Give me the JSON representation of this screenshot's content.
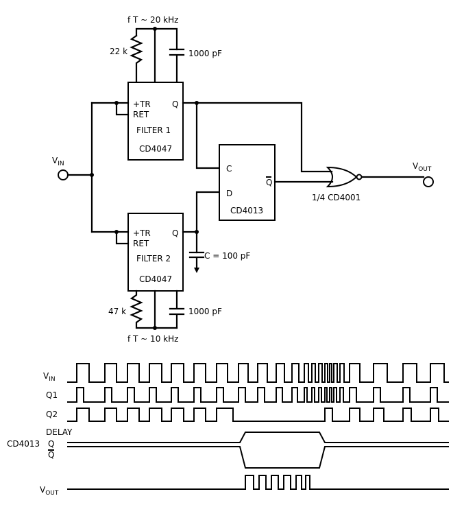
{
  "labels": {
    "ft1": "f T ~ 20 kHz",
    "ft2": "f T ~ 10 kHz",
    "r1": "22 k",
    "r2": "47 k",
    "c1": "1000 pF",
    "c2": "1000 pF",
    "c_q": "C = 100 pF",
    "vin": "V",
    "vin_sub": "IN",
    "vout": "V",
    "vout_sub": "OUT",
    "nor": "1/4 CD4001"
  },
  "filter1": {
    "tr": "+TR",
    "ret": "RET",
    "name": "FILTER 1",
    "chip": "CD4047",
    "q": "Q"
  },
  "filter2": {
    "tr": "+TR",
    "ret": "RET",
    "name": "FILTER 2",
    "chip": "CD4047",
    "q": "Q"
  },
  "flipflop": {
    "c": "C",
    "d": "D",
    "qbar": "Q",
    "chip": "CD4013"
  },
  "timing": {
    "vin": "V",
    "vin_sub": "IN",
    "q1": "Q1",
    "q2": "Q2",
    "delay": "DELAY",
    "cd4013": "CD4013",
    "q": "Q",
    "qbar": "Q",
    "vout": "V",
    "vout_sub": "OUT"
  }
}
